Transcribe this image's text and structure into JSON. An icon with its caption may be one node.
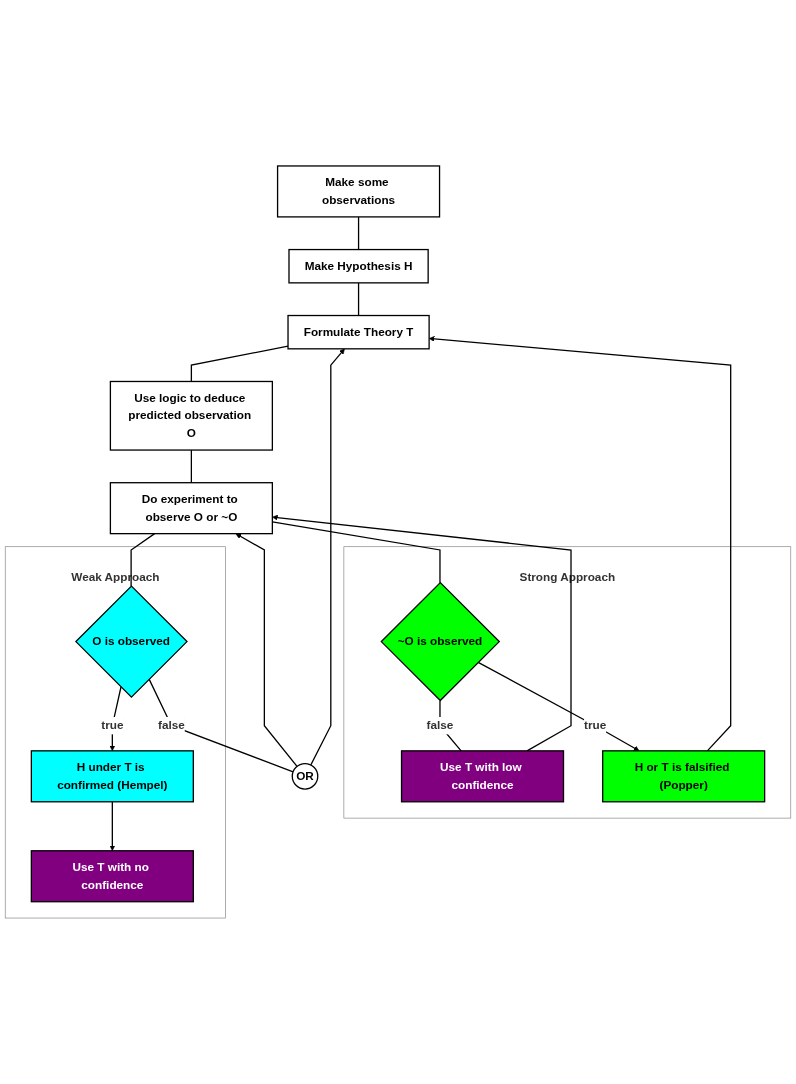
{
  "diagram": {
    "nodes": [
      {
        "text": [
          "Make some observations"
        ]
      },
      {
        "text": [
          "Make Hypothesis H"
        ]
      },
      {
        "text": [
          "Formulate Theory T"
        ]
      },
      {
        "text": [
          "Use logic to deduce predicted observation O"
        ]
      },
      {
        "text": [
          "Do experiment to observe O or ~O"
        ]
      },
      {
        "text": [
          "OR"
        ]
      },
      {
        "text": [
          "Strong Approach"
        ]
      },
      {
        "text": [
          "Use T with low confidence"
        ],
        "in": 6
      },
      {
        "text": [
          "~O is observed"
        ],
        "in": 6
      },
      {
        "text": [
          "H or T is falsified (Popper)"
        ],
        "in": 6
      },
      {
        "text": [
          "Weak Approach"
        ]
      },
      {
        "text": [
          "O is observed"
        ],
        "in": 10
      },
      {
        "text": [
          "H under T is confirmed (Hempel)"
        ],
        "in": 10
      },
      {
        "text": [
          "Use T with no confidence"
        ],
        "in": 10
      }
    ],
    "edges": [
      {
        "from": 0,
        "to": 1,
        "arrow": "none"
      },
      {
        "from": 1,
        "to": 2,
        "arrow": "none"
      },
      {
        "from": 2,
        "to": 3,
        "arrow": "none"
      },
      {
        "from": 3,
        "to": 4,
        "arrow": "none"
      },
      {
        "from": 4,
        "to": 8,
        "arrow": "none"
      },
      {
        "from": 4,
        "to": 11,
        "arrow": "none"
      },
      {
        "from": 8,
        "to": 7,
        "label": "false",
        "arrow": "none"
      },
      {
        "from": 7,
        "to": 4,
        "arrow": "to"
      },
      {
        "from": 8,
        "to": 9,
        "label": "true",
        "arrow": "to"
      },
      {
        "from": 9,
        "to": 2,
        "arrow": "to"
      },
      {
        "from": 11,
        "to": 5,
        "label": "false",
        "arrow": "none"
      },
      {
        "from": 5,
        "to": 4,
        "arrow": "to"
      },
      {
        "from": 5,
        "to": 2,
        "arrow": "to"
      },
      {
        "from": 11,
        "to": 12,
        "label": "true",
        "arrow": "to"
      },
      {
        "from": 12,
        "to": 13,
        "arrow": "to"
      }
    ]
  }
}
